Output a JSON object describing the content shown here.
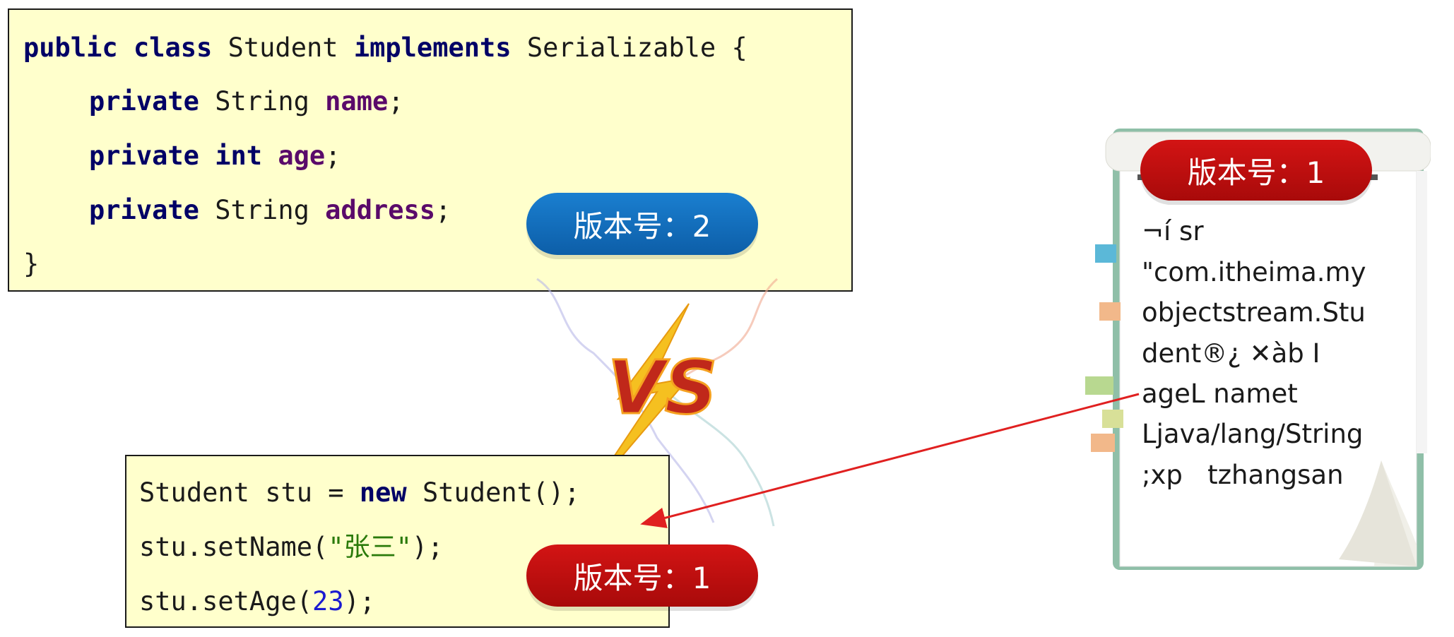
{
  "class_code": {
    "line1": {
      "kw_public": "public",
      "kw_class": "class",
      "name": "Student",
      "kw_implements": "implements",
      "iface": "Serializable",
      "brace": "{"
    },
    "line2": {
      "kw_private": "private",
      "type": "String",
      "field": "name",
      "end": ";"
    },
    "line3": {
      "kw_private": "private",
      "type": "int",
      "field": "age",
      "end": ";"
    },
    "line4": {
      "kw_private": "private",
      "type": "String",
      "field": "address",
      "end": ";"
    },
    "line5": {
      "brace": "}"
    }
  },
  "usage_code": {
    "line1": {
      "a": "Student stu = ",
      "kw_new": "new",
      "b": " Student();"
    },
    "line2": {
      "a": "stu.setName(",
      "str": "\"张三\"",
      "b": ");"
    },
    "line3": {
      "a": "stu.setAge(",
      "num": "23",
      "b": ");"
    }
  },
  "badges": {
    "class_version": "版本号：2",
    "usage_version": "版本号：1",
    "file_version": "版本号：1"
  },
  "vs_label": "VS",
  "serialized_file": {
    "lines": [
      "¬í sr",
      "\"com.itheima.my",
      "objectstream.Stu",
      "dent®¿ ✕àb I",
      "ageL namet",
      "Ljava/lang/String",
      ";xp   tzhangsan"
    ]
  },
  "colors": {
    "code_bg": "#ffffcc",
    "keyword": "#000066",
    "field": "#5a0a6a",
    "string": "#2a7a0a",
    "number": "#1a1ad0",
    "badge_blue": "#0d6ab8",
    "badge_red": "#c00d0d",
    "arrow": "#e02020"
  },
  "icons": [
    "vs-lightning-icon",
    "notepad-icon"
  ]
}
